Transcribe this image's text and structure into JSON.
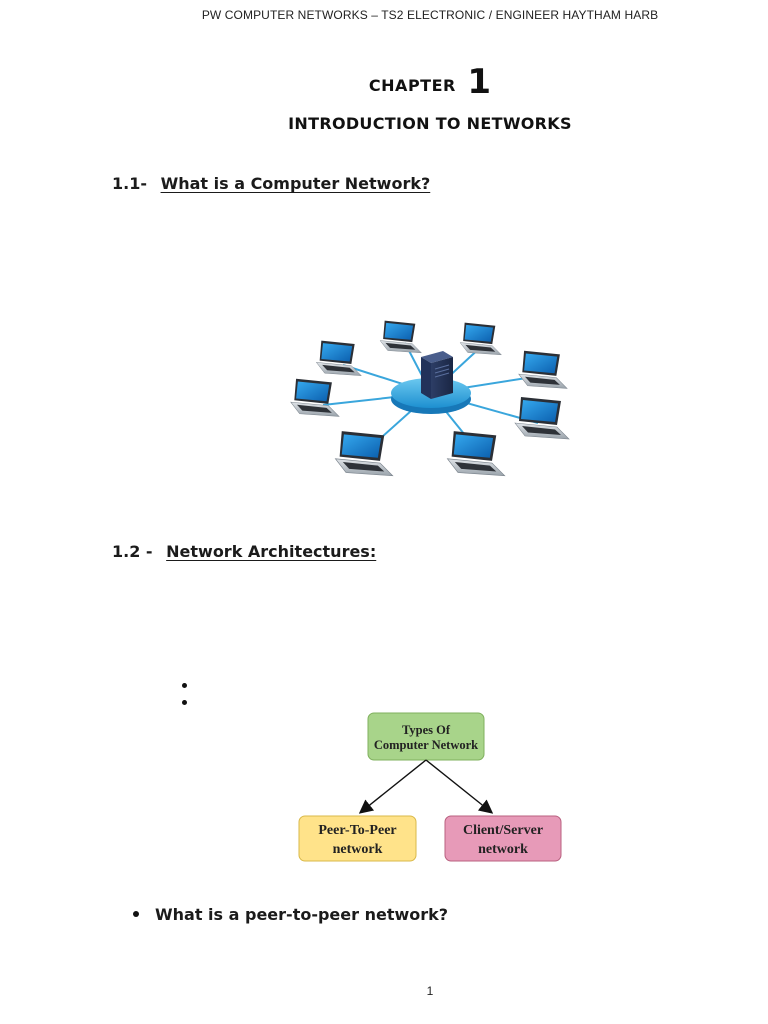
{
  "header": {
    "line": "PW COMPUTER NETWORKS – TS2 ELECTRONIC / ENGINEER HAYTHAM HARB"
  },
  "chapter": {
    "label": "CHAPTER",
    "number": "1",
    "title": "INTRODUCTION TO NETWORKS"
  },
  "sections": {
    "s1": {
      "number": "1.1-",
      "title": "What is a Computer Network?"
    },
    "s2": {
      "number": "1.2 -",
      "title": "Network Architectures:"
    }
  },
  "figure_network": {
    "icons": [
      "server-icon",
      "laptop-icon",
      "network-hub-icon"
    ]
  },
  "diagram": {
    "root": {
      "line1": "Types Of",
      "line2": "Computer Network",
      "color": "#a8d48a"
    },
    "left": {
      "line1": "Peer-To-Peer",
      "line2": "network",
      "color": "#ffe38a"
    },
    "right": {
      "line1": "Client/Server",
      "line2": "network",
      "color": "#e79ab8"
    }
  },
  "bullets": {
    "question": "What is a peer-to-peer network?"
  },
  "footer": {
    "page_number": "1"
  }
}
